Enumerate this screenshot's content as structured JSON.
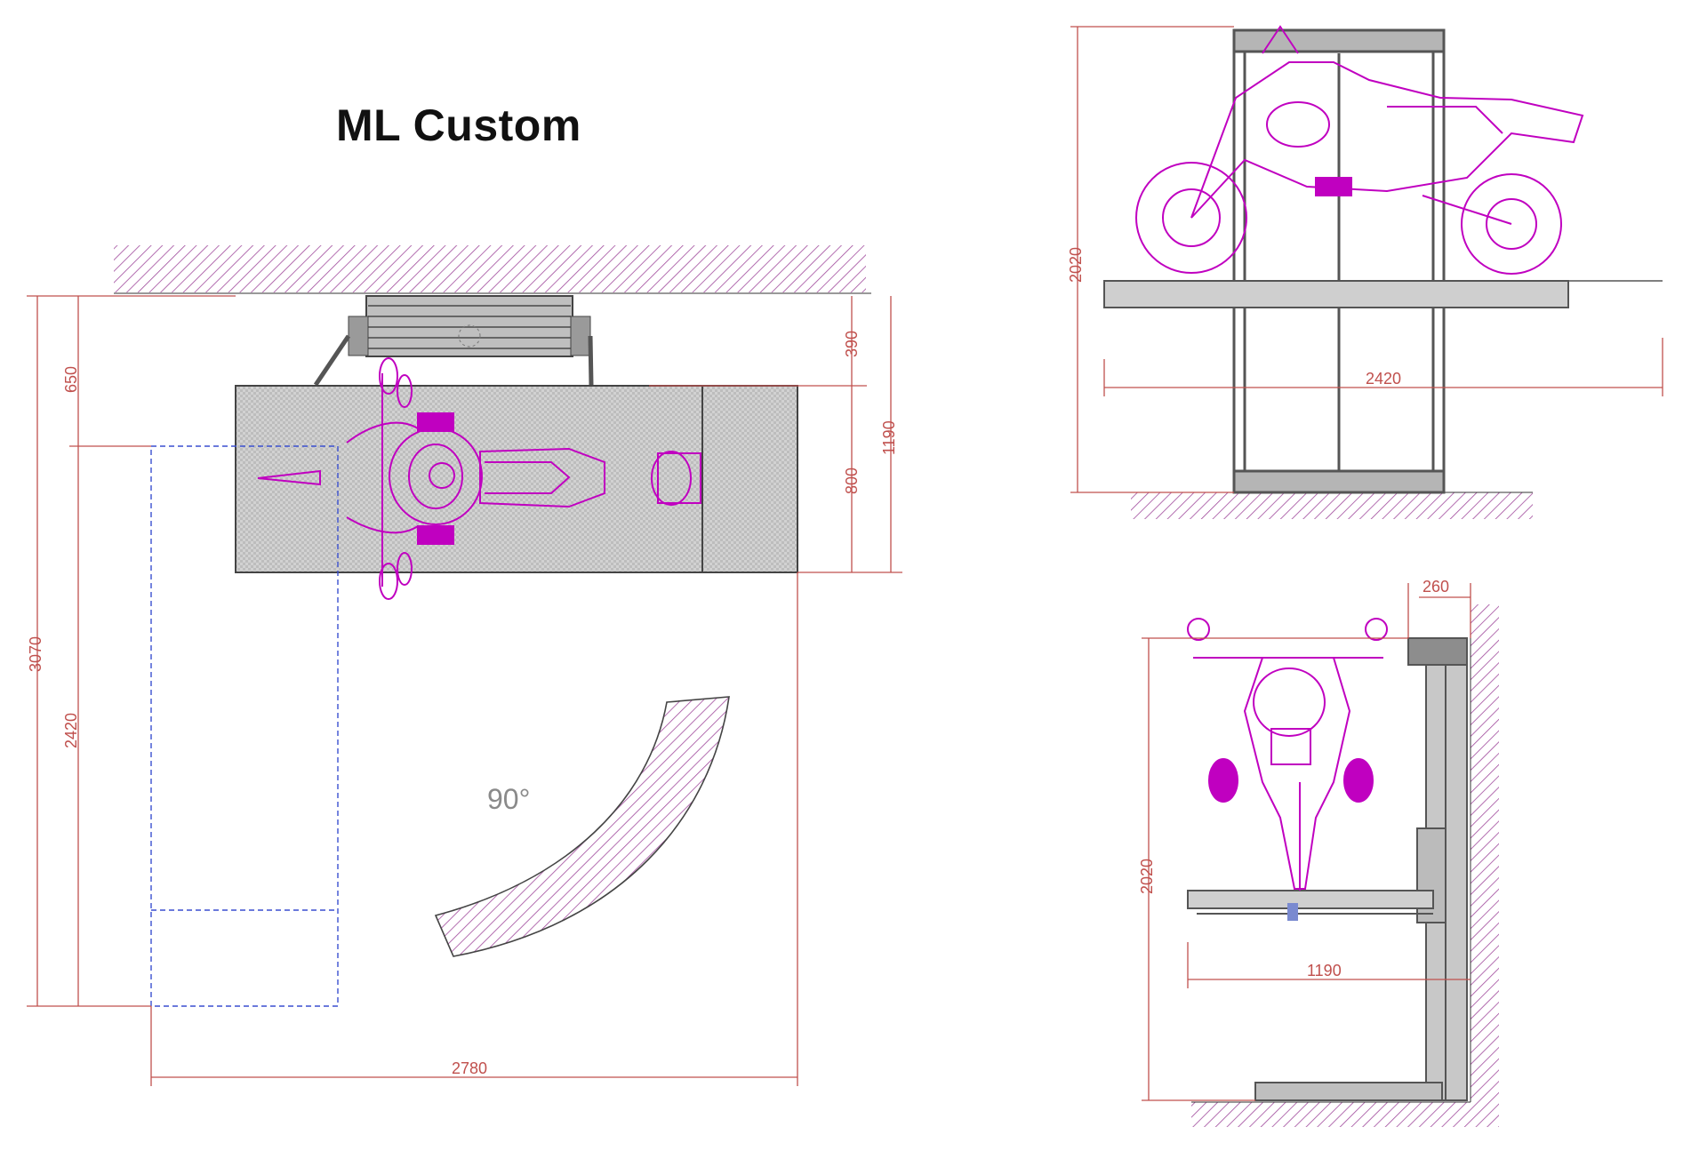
{
  "title": "ML Custom",
  "colors": {
    "dimension": "#c0504d",
    "motorcycle": "#c000c0",
    "hatch": "#a04a9c",
    "platform_fill": "#cfcfcf",
    "steel": "#555555",
    "outline_dashed": "#3a4fd0",
    "angle_label": "#8a8a8a"
  },
  "plan_view": {
    "dimensions": {
      "top_offset": "650",
      "overall_depth": "3070",
      "approach_depth": "2420",
      "post_depth": "390",
      "platform_width": "1190",
      "deck_width": "800",
      "overall_width": "2780"
    },
    "rotation_label": "90°"
  },
  "side_view": {
    "dimensions": {
      "height": "2020",
      "platform_length": "2420"
    }
  },
  "end_view": {
    "dimensions": {
      "post_width": "260",
      "height": "2020",
      "platform_width": "1190"
    }
  }
}
